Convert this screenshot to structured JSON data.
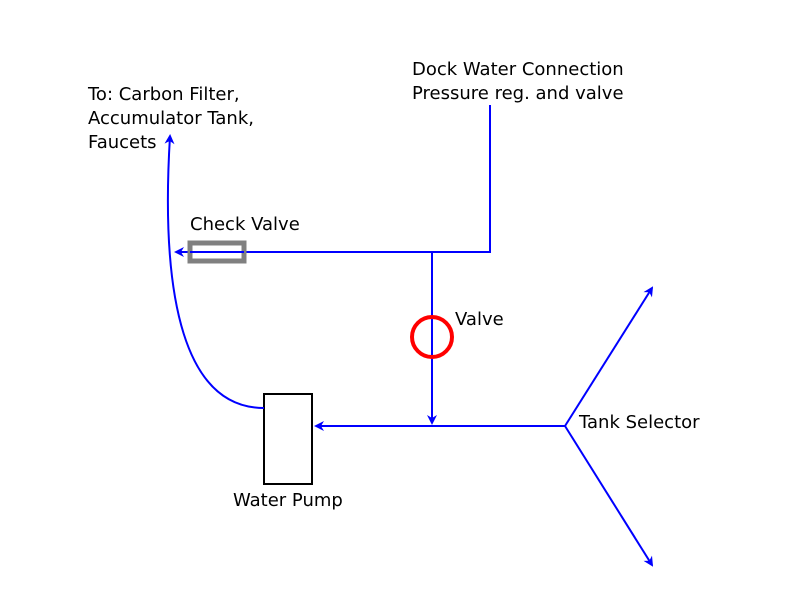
{
  "labels": {
    "destination": [
      "To: Carbon Filter,",
      "Accumulator Tank,",
      "Faucets"
    ],
    "dock": [
      "Dock Water Connection",
      "Pressure reg. and valve"
    ],
    "check_valve": "Check Valve",
    "valve": "Valve",
    "tank_selector": "Tank Selector",
    "water_pump": "Water Pump"
  },
  "colors": {
    "pipe": "#0000ff",
    "valve": "#ff0000",
    "check_valve": "#808080",
    "pump": "#000000"
  }
}
